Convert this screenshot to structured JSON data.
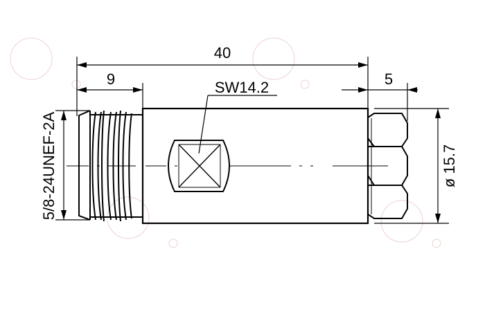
{
  "drawing": {
    "dim_overall_length": "40",
    "dim_thread_length": "9",
    "dim_hex_length": "5",
    "wrench_flat_label": "SW14.2",
    "diameter_label": "ø 15.7",
    "thread_spec_label": "5/8-24UNEF-2A"
  },
  "colors": {
    "ink": "#000000",
    "watermark": "#e9c9c9"
  },
  "icons": {
    "watermark": "registered-mark-icon"
  }
}
